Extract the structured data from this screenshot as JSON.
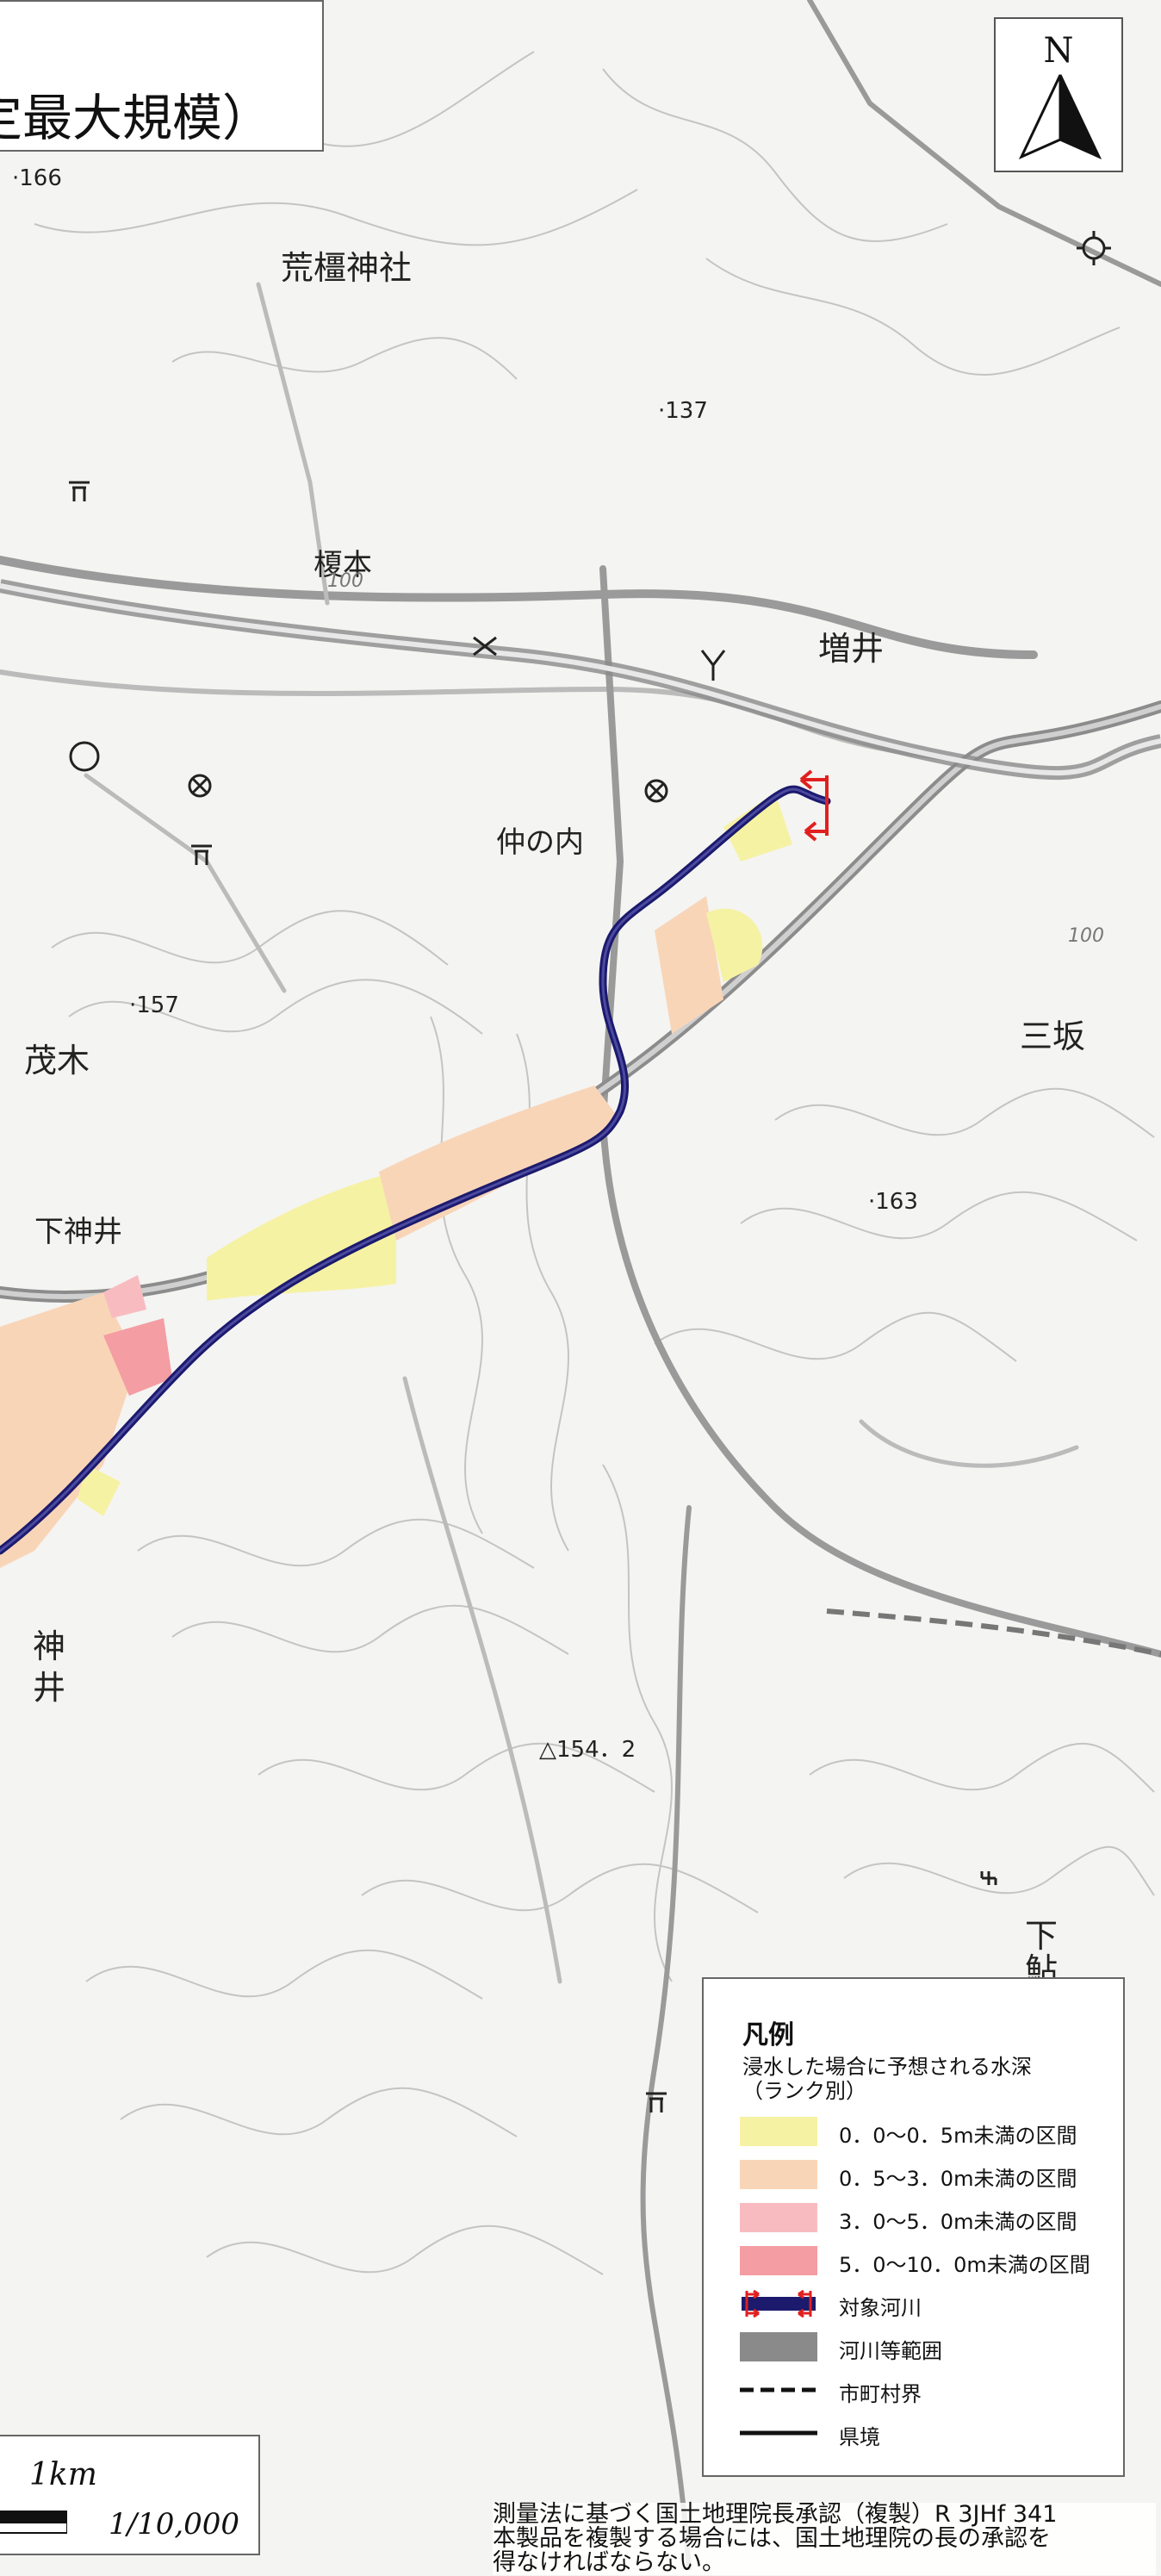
{
  "title": "定最大規模）",
  "north_label": "N",
  "places": {
    "arakashi_jinja": "荒橿神社",
    "enomoto": "榎本",
    "masui": "増井",
    "nakanouchi": "仲の内",
    "mosugi": "茂木",
    "shimokamii": "下神井",
    "misaka": "三坂",
    "kamii_1": "神",
    "kamii_2": "井",
    "shimoayu_1": "下",
    "shimoayu_2": "鮎"
  },
  "elevations": {
    "e166": "·166",
    "e137": "·137",
    "e157": "·157",
    "e163": "·163",
    "e1542": "△154．2",
    "contour100a": "100",
    "contour100b": "100"
  },
  "legend": {
    "title": "凡例",
    "subtitle_line1": "浸水した場合に予想される水深",
    "subtitle_line2": "（ランク別）",
    "items": [
      {
        "label": "0．0～0．5m未満の区間",
        "color": "#f6f2a4"
      },
      {
        "label": "0．5～3．0m未満の区間",
        "color": "#f9d5b8"
      },
      {
        "label": "3．0～5．0m未満の区間",
        "color": "#f8bcc0"
      },
      {
        "label": "5．0～10．0m未満の区間",
        "color": "#f49da3"
      },
      {
        "label": "対象河川",
        "color": "#1b1a6d"
      },
      {
        "label": "河川等範囲",
        "color": "#8a8a8a"
      },
      {
        "label": "市町村界",
        "color": "#111111"
      },
      {
        "label": "県境",
        "color": "#111111"
      }
    ]
  },
  "scale": {
    "distance_label": "1km",
    "ratio_label": "1/10,000"
  },
  "copyright": {
    "line1": "測量法に基づく国土地理院長承認（複製）R 3JHf 341",
    "line2": "本製品を複製する場合には、国土地理院の長の承認を",
    "line3": "得なければならない。"
  },
  "colors": {
    "river": "#1b1a6d",
    "river_area": "#8a8a8a",
    "flood_yellow": "#f6f2a4",
    "flood_orange": "#f9d5b8",
    "flood_pink": "#f8bcc0",
    "flood_red": "#f49da3",
    "section_marker": "#e0201f",
    "road": "#9a9a9a",
    "contour": "#bdbdbd"
  }
}
